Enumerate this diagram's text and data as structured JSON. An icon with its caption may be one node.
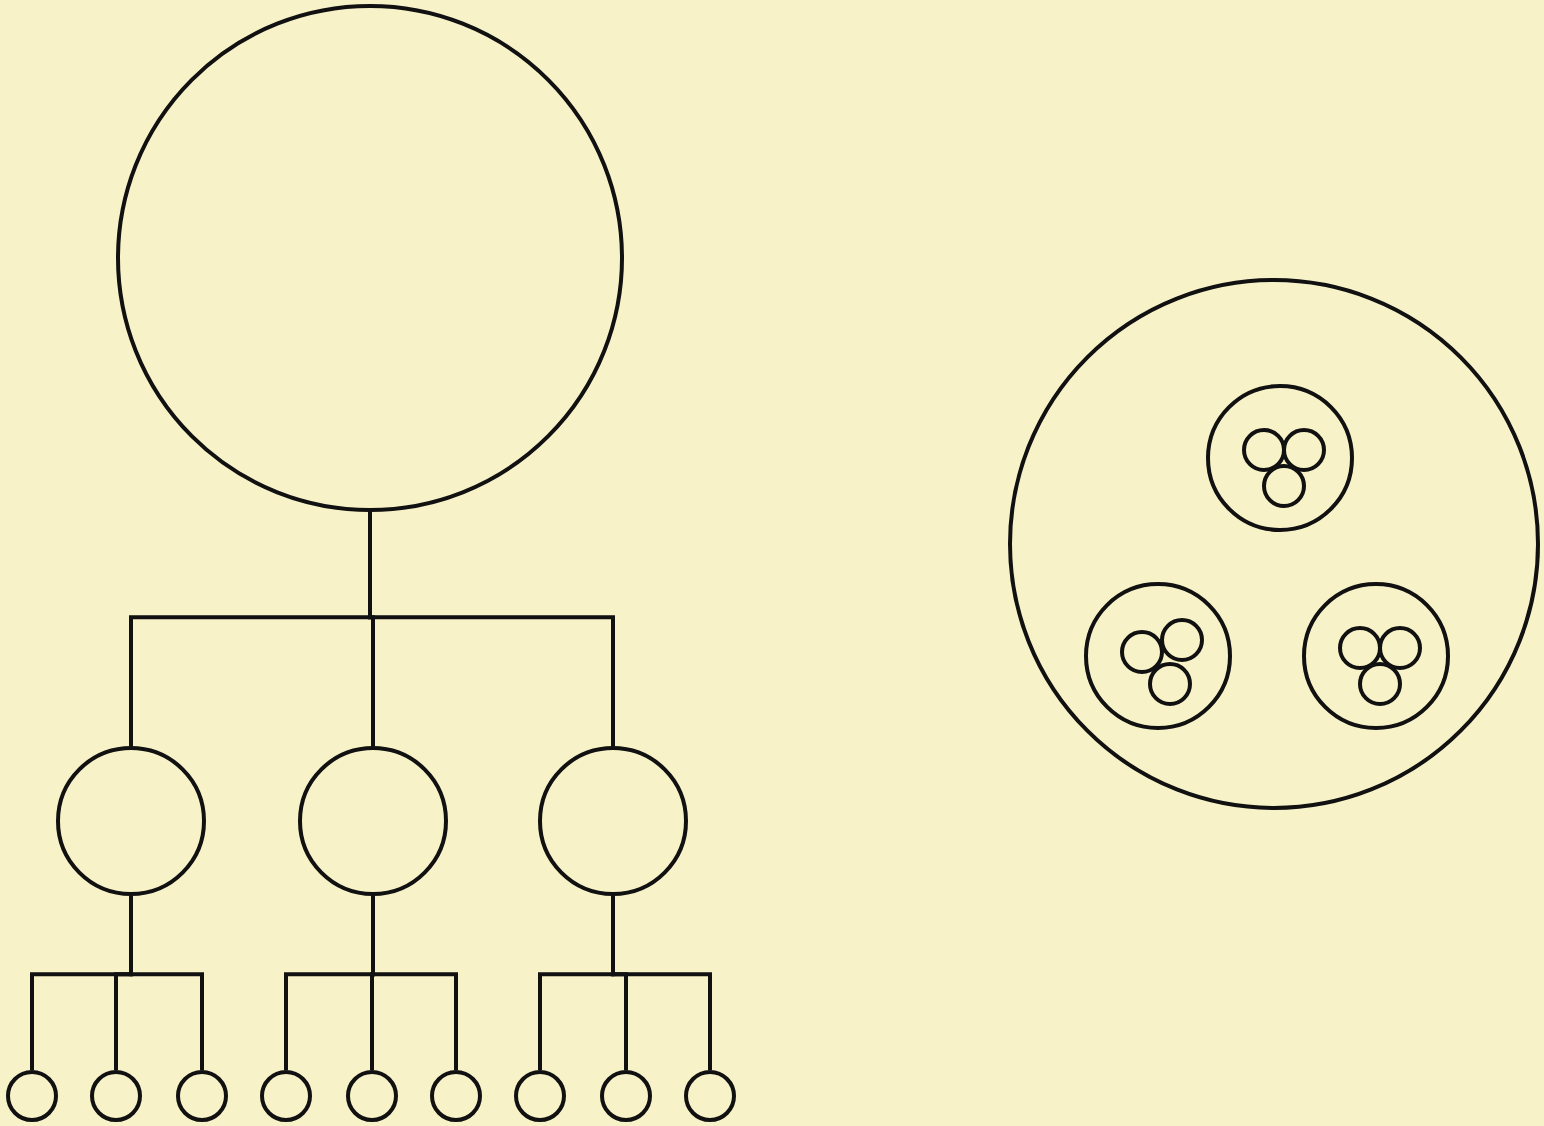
{
  "diagram": {
    "nodes": [
      {
        "text": [],
        "shape": "circle"
      },
      {
        "text": [],
        "shape": "circle"
      },
      {
        "text": [],
        "shape": "circle"
      },
      {
        "text": [],
        "shape": "circle"
      },
      {
        "text": [],
        "shape": "circle"
      },
      {
        "text": [],
        "shape": "circle"
      },
      {
        "text": [],
        "shape": "circle"
      },
      {
        "text": [],
        "shape": "circle"
      },
      {
        "text": [],
        "shape": "circle"
      },
      {
        "text": [],
        "shape": "circle"
      },
      {
        "text": [],
        "shape": "circle"
      },
      {
        "text": [],
        "shape": "circle"
      },
      {
        "text": [],
        "shape": "circle"
      },
      {
        "text": [],
        "shape": "circle"
      },
      {
        "text": [],
        "shape": "circle",
        "in": 13
      },
      {
        "text": [],
        "shape": "circle",
        "in": 13
      },
      {
        "text": [],
        "shape": "circle",
        "in": 13
      },
      {
        "text": [],
        "shape": "circle",
        "in": 14
      },
      {
        "text": [],
        "shape": "circle",
        "in": 14
      },
      {
        "text": [],
        "shape": "circle",
        "in": 14
      },
      {
        "text": [],
        "shape": "circle",
        "in": 15
      },
      {
        "text": [],
        "shape": "circle",
        "in": 15
      },
      {
        "text": [],
        "shape": "circle",
        "in": 15
      },
      {
        "text": [],
        "shape": "circle",
        "in": 16
      },
      {
        "text": [],
        "shape": "circle",
        "in": 16
      },
      {
        "text": [],
        "shape": "circle",
        "in": 16
      }
    ],
    "edges": [
      {
        "from": 0,
        "to": 1,
        "arrow": "none"
      },
      {
        "from": 0,
        "to": 2,
        "arrow": "none"
      },
      {
        "from": 0,
        "to": 3,
        "arrow": "none"
      },
      {
        "from": 1,
        "to": 4,
        "arrow": "none"
      },
      {
        "from": 1,
        "to": 5,
        "arrow": "none"
      },
      {
        "from": 1,
        "to": 6,
        "arrow": "none"
      },
      {
        "from": 2,
        "to": 7,
        "arrow": "none"
      },
      {
        "from": 2,
        "to": 8,
        "arrow": "none"
      },
      {
        "from": 2,
        "to": 9,
        "arrow": "none"
      },
      {
        "from": 3,
        "to": 10,
        "arrow": "none"
      },
      {
        "from": 3,
        "to": 11,
        "arrow": "none"
      },
      {
        "from": 3,
        "to": 12,
        "arrow": "none"
      }
    ]
  }
}
